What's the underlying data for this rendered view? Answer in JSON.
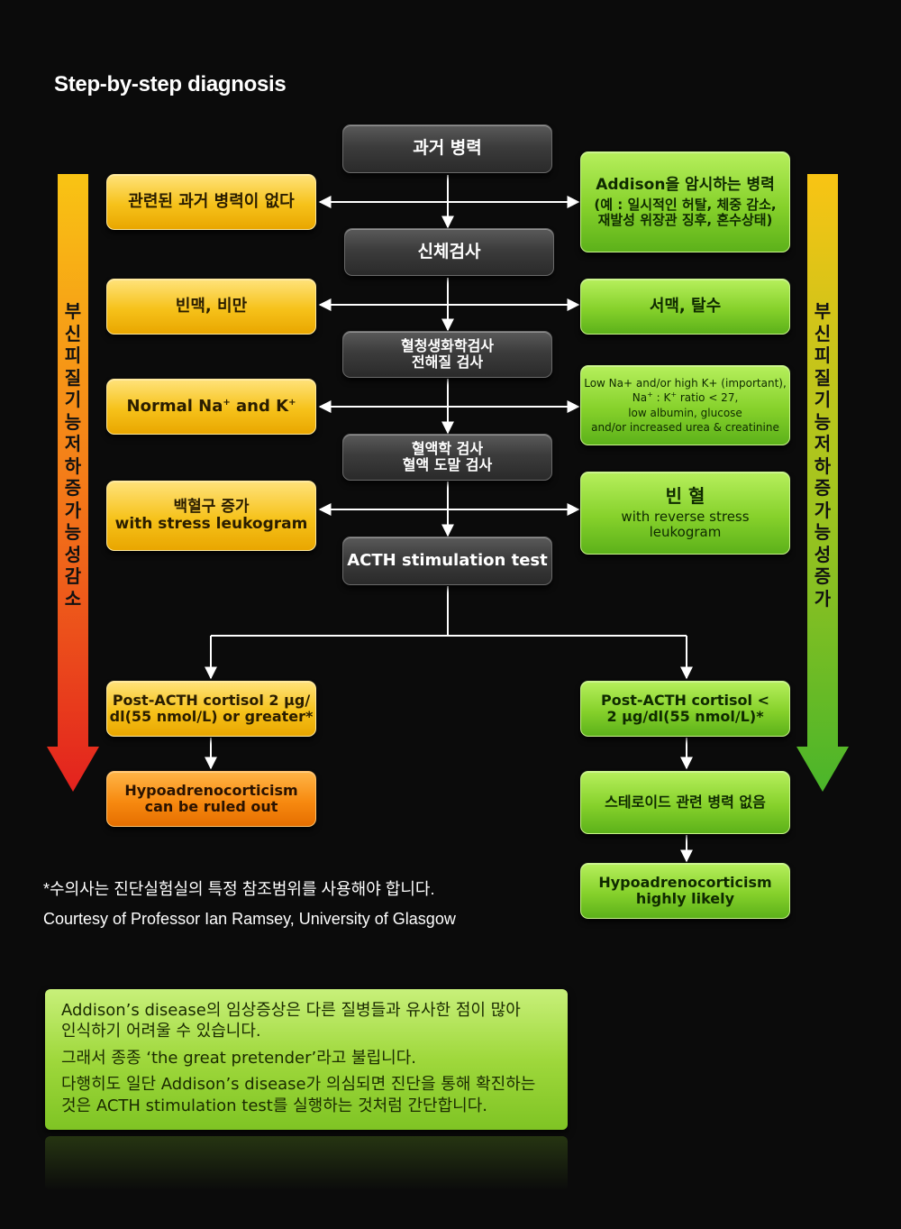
{
  "title": "Step-by-step diagnosis",
  "side_arrows": {
    "left_label": "부신피질기능저하증가능성감소",
    "right_label": "부신피질기능저하증가능성증가"
  },
  "steps": {
    "history": "과거 병력",
    "exam": "신체검사",
    "chem_line1": "혈청생화학검사",
    "chem_line2": "전해질 검사",
    "hema_line1": "혈액학 검사",
    "hema_line2": "혈액 도말 검사",
    "acth": "ACTH stimulation test"
  },
  "left": {
    "history": "관련된 과거 병력이 없다",
    "exam": "빈맥, 비만",
    "chem_prefix": "Normal Na",
    "chem_sup1": "+",
    "chem_mid": " and K",
    "chem_sup2": "+",
    "hema_line1": "백혈구 증가",
    "hema_line2": "with stress leukogram",
    "result_line1": "Post-ACTH cortisol 2 µg/",
    "result_line2": "dl(55 nmol/L) or greater*",
    "outcome_line1": "Hypoadrenocorticism",
    "outcome_line2": "can be ruled out"
  },
  "right": {
    "history_line1": "Addison을 암시하는 병력",
    "history_line2": "(예 : 일시적인 허탈, 체중 감소,",
    "history_line3": "재발성 위장관 징후, 혼수상태)",
    "exam": "서맥, 탈수",
    "chem_line1": "Low Na+ and/or high K+ (important),",
    "chem_line2a": "Na",
    "chem_line2sup1": "+",
    "chem_line2b": " : K",
    "chem_line2sup2": "+",
    "chem_line2c": " ratio < 27,",
    "chem_line3": "low albumin, glucose",
    "chem_line4": "and/or increased  urea & creatinine",
    "hema_line1": "빈 혈",
    "hema_line2": "with reverse stress",
    "hema_line3": "leukogram",
    "result_line1": "Post-ACTH cortisol <",
    "result_line2": "2 µg/dl(55 nmol/L)*",
    "steroid": "스테로이드 관련 병력 없음",
    "outcome_line1": "Hypoadrenocorticism",
    "outcome_line2": "highly likely"
  },
  "footnote": "*수의사는 진단실험실의 특정 참조범위를 사용해야 합니다.",
  "courtesy": "Courtesy of Professor Ian Ramsey, University of Glasgow",
  "summary": {
    "line1": "Addison’s disease의 임상증상은 다른 질병들과 유사한 점이 많아",
    "line2": "인식하기 어려울 수 있습니다.",
    "line3": "그래서 종종 ‘the great  pretender’라고 불립니다.",
    "line4": "다행히도 일단 Addison’s disease가 의심되면 진단을 통해 확진하는",
    "line5": "것은 ACTH stimulation test를 실행하는 것처럼 간단합니다."
  },
  "colors": {
    "gray": "#3c3c3c",
    "yellow": "#f6c21a",
    "orange": "#f78a10",
    "green": "#86d12b",
    "background": "#0b0b0b"
  }
}
